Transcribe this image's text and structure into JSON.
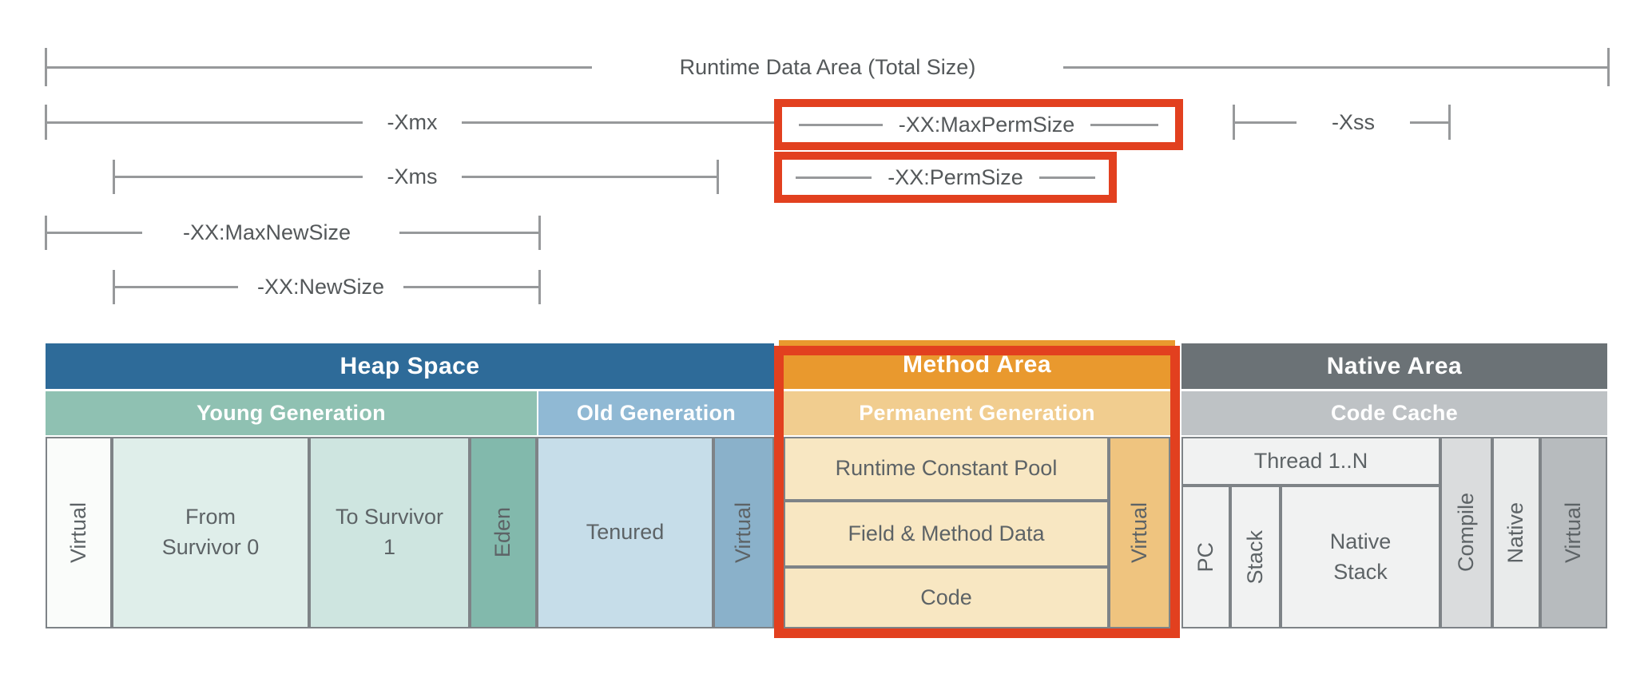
{
  "title": "JVM runtime data area memory diagram",
  "colors": {
    "highlight_red": "#e2401f",
    "heap_header_blue": "#2e6b99",
    "young_generation_teal": "#8fc1b2",
    "old_generation_blue": "#90b9d4",
    "method_header_orange": "#e9992e",
    "permanent_generation_tan": "#f1cd8f",
    "native_header_gray": "#6b7276",
    "code_cache_gray": "#bec2c5",
    "ruler_line_gray": "#97999b",
    "body_text_gray": "#5d6366"
  },
  "rulers": {
    "total_size": "Runtime Data Area (Total Size)",
    "xmx": "-Xmx",
    "max_perm_size": "-XX:MaxPermSize",
    "xss": "-Xss",
    "xms": "-Xms",
    "perm_size": "-XX:PermSize",
    "max_new_size": "-XX:MaxNewSize",
    "new_size": "-XX:NewSize"
  },
  "table": {
    "areas": {
      "heap": "Heap Space",
      "method": "Method Area",
      "native": "Native Area"
    },
    "generations": {
      "young": "Young Generation",
      "old": "Old Generation",
      "permanent": "Permanent Generation",
      "code_cache": "Code Cache"
    },
    "heap_cells": {
      "virtual": "Virtual",
      "from_survivor": "From Survivor 0",
      "to_survivor": "To Survivor 1",
      "eden": "Eden",
      "tenured": "Tenured",
      "old_virtual": "Virtual"
    },
    "method_cells": {
      "runtime_constant_pool": "Runtime Constant Pool",
      "field_method_data": "Field & Method Data",
      "code": "Code",
      "virtual": "Virtual"
    },
    "native_cells": {
      "thread": "Thread 1..N",
      "pc": "PC",
      "stack": "Stack",
      "native_stack": "Native Stack",
      "compile": "Compile",
      "native": "Native",
      "virtual": "Virtual"
    }
  }
}
